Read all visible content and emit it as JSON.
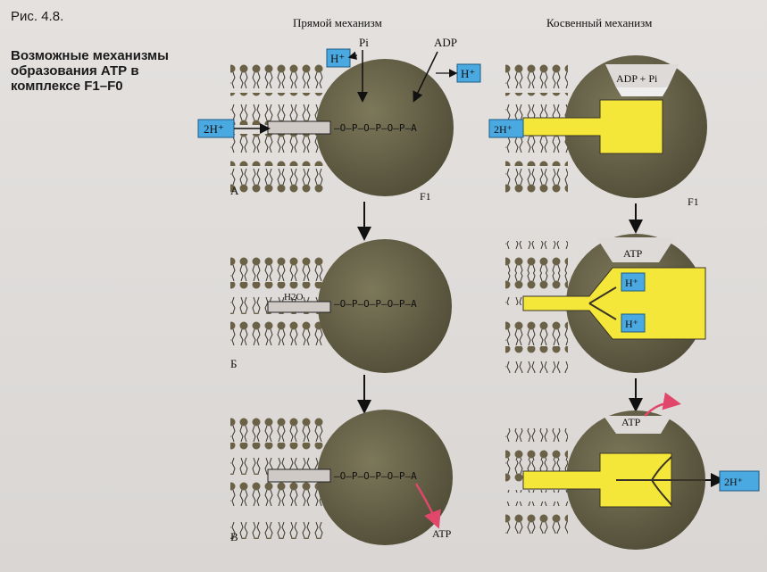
{
  "figure": {
    "number": "Рис. 4.8.",
    "caption": "Возможные механизмы\nобразования АТР в\nкомплексе F1–F0"
  },
  "headers": {
    "direct": "Прямой механизм",
    "indirect": "Косвенный механизм"
  },
  "labels": {
    "pi": "Pi",
    "adp": "ADP",
    "h_plus": "H⁺",
    "two_h_plus": "2H⁺",
    "f1": "F1",
    "atp": "ATP",
    "adp_pi": "ADP + Pi",
    "h2o": "H2O",
    "phosphate_chain": "–O–P–O–P–O–P–A",
    "panel_a": "A",
    "panel_b": "Б",
    "panel_c": "В"
  },
  "colors": {
    "sphere": "#6f6a4e",
    "sphere_dark": "#4e4a35",
    "yellow": "#f4e73a",
    "blue_box": "#4aa9e0",
    "red_arrow": "#e0476a"
  }
}
